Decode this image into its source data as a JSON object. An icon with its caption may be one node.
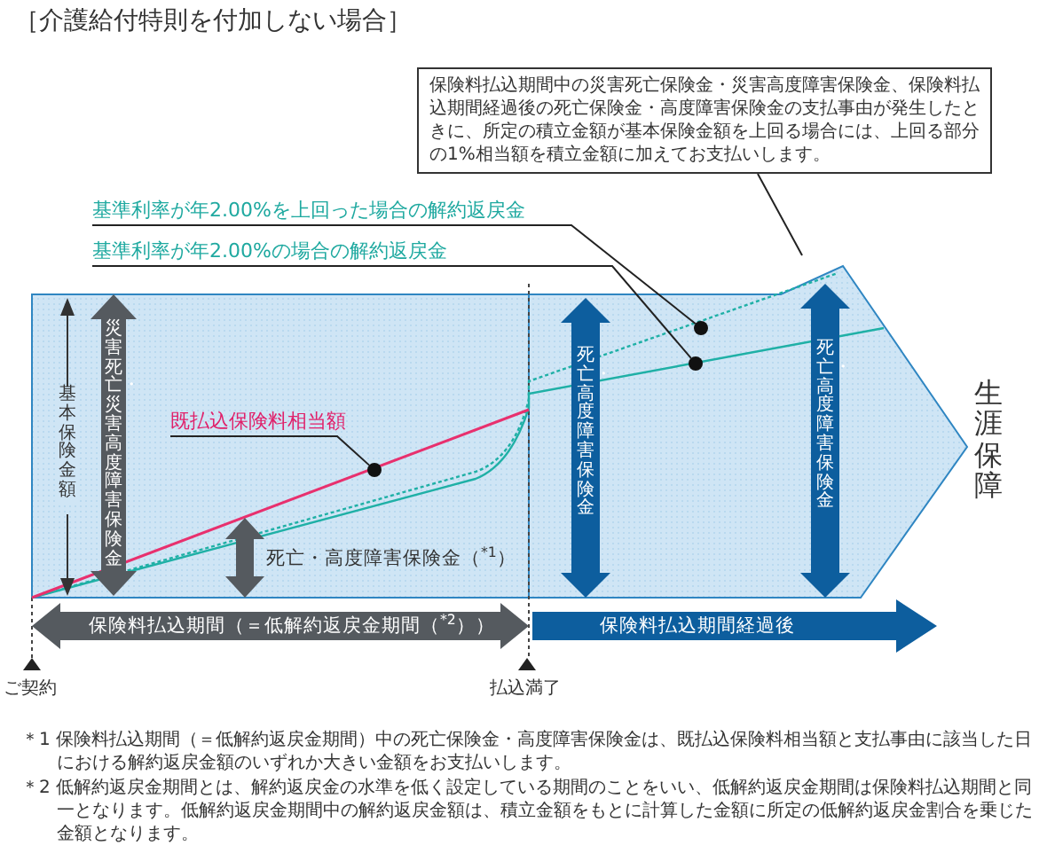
{
  "diagram": {
    "title": "［介護給付特則を付加しない場合］",
    "nodes": [
      {
        "text": [
          "保険料払込期間中の災害死亡保険金・災害高度障害保険金、保険料払込期間経過後の死亡保険金・高度障害保険金の支払事由が発生したときに、所定の積立金額が基本保険金額を上回る場合には、上回る部分の1%相当額を積立金額に加えてお支払いします。"
        ]
      },
      {
        "text": [
          "基準利率が年2.00%を上回った場合の解約返戻金"
        ]
      },
      {
        "text": [
          "基準利率が年2.00%の場合の解約返戻金"
        ]
      },
      {
        "text": [],
        "shape": "circle"
      },
      {
        "text": [],
        "shape": "circle"
      },
      {
        "text": [
          "既払込保険料相当額"
        ]
      },
      {
        "text": [],
        "shape": "circle"
      }
    ],
    "edges": [
      {
        "from": 0,
        "to": null,
        "arrow": "none"
      },
      {
        "from": 1,
        "to": 3,
        "arrow": "none"
      },
      {
        "from": 2,
        "to": 4,
        "arrow": "none"
      },
      {
        "from": 5,
        "to": 6,
        "arrow": "none"
      }
    ],
    "labels": [
      "基本保険金額",
      "災害死亡・災害高度障害保険金",
      "死亡・高度障害保険金（$^{*1}$）",
      "死亡・高度障害保険金",
      "死亡・高度障害保険金",
      "生涯保障",
      "保険料払込期間（＝低解約返戻金期間（$^{*2}$））",
      "保険料払込期間経過後",
      "ご契約",
      "払込満了",
      "＊1 保険料払込期間（＝低解約返戻金期間）中の死亡保険金・高度障害保険金は、既払込保険料相当額と支払事由に該当した日における解約返戻金額のいずれか大きい金額をお支払いします。",
      "＊2 低解約返戻金期間とは、解約返戻金の水準を低く設定している期間のことをいい、低解約返戻金期間は保険料払込期間と同一となります。低解約返戻金期間中の解約返戻金額は、積立金額をもとに計算した金額に所定の低解約返戻金割合を乗じた金額となります。"
    ]
  }
}
